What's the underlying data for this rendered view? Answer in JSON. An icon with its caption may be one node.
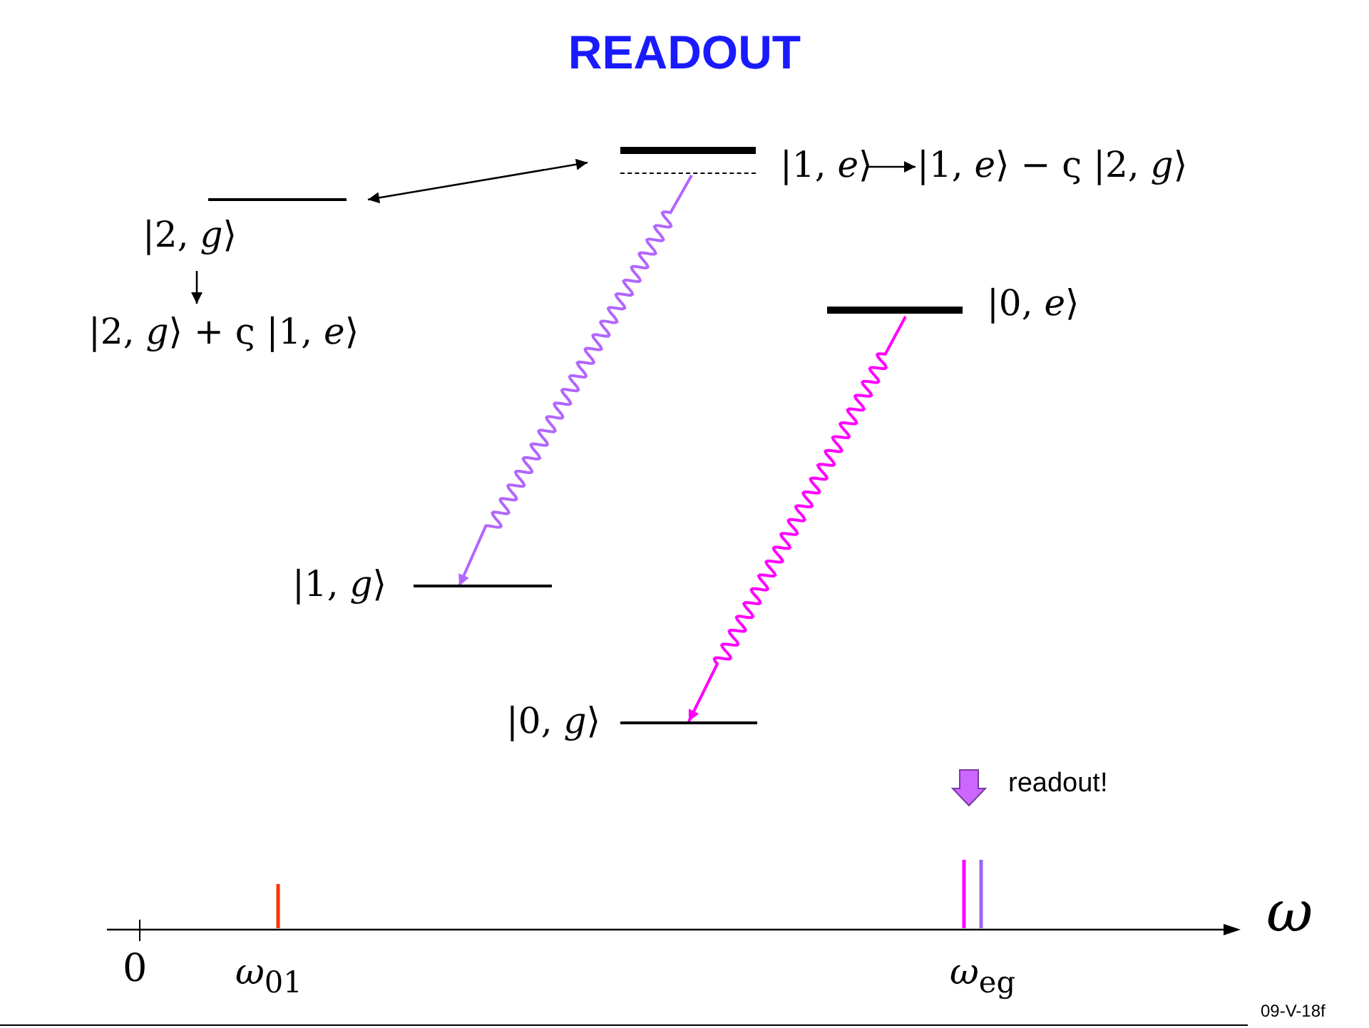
{
  "diagram": {
    "title": "READOUT",
    "nodes": [
      {
        "text": [
          "|2, *g*⟩"
        ]
      },
      {
        "text": [
          "|2, *g*⟩ + ς |1, *e*⟩"
        ]
      },
      {
        "text": [
          "|1, *e*⟩"
        ]
      },
      {
        "text": [
          "|1, *e*⟩ − ς |2, *g*⟩"
        ]
      },
      {
        "text": [],
        "shape": "bar"
      },
      {
        "text": [
          "|0, *e*⟩"
        ]
      },
      {
        "text": [
          "|1, *g*⟩"
        ]
      },
      {
        "text": [
          "|0, *g*⟩"
        ]
      }
    ],
    "edges": [
      {
        "from": 0,
        "to": 2,
        "arrow": "both"
      },
      {
        "from": 0,
        "to": 1,
        "arrow": "to"
      },
      {
        "from": 2,
        "to": 3,
        "arrow": "to"
      },
      {
        "from": 4,
        "to": 6,
        "arrow": "to",
        "color": "#b266ff"
      },
      {
        "from": 5,
        "to": 7,
        "arrow": "to",
        "color": "#ff00ff"
      }
    ],
    "labels": [
      "readout!",
      "ω",
      "0",
      "*ω*$_{01}$",
      "*ω*$_{eg}$",
      "09-V-18f"
    ]
  }
}
